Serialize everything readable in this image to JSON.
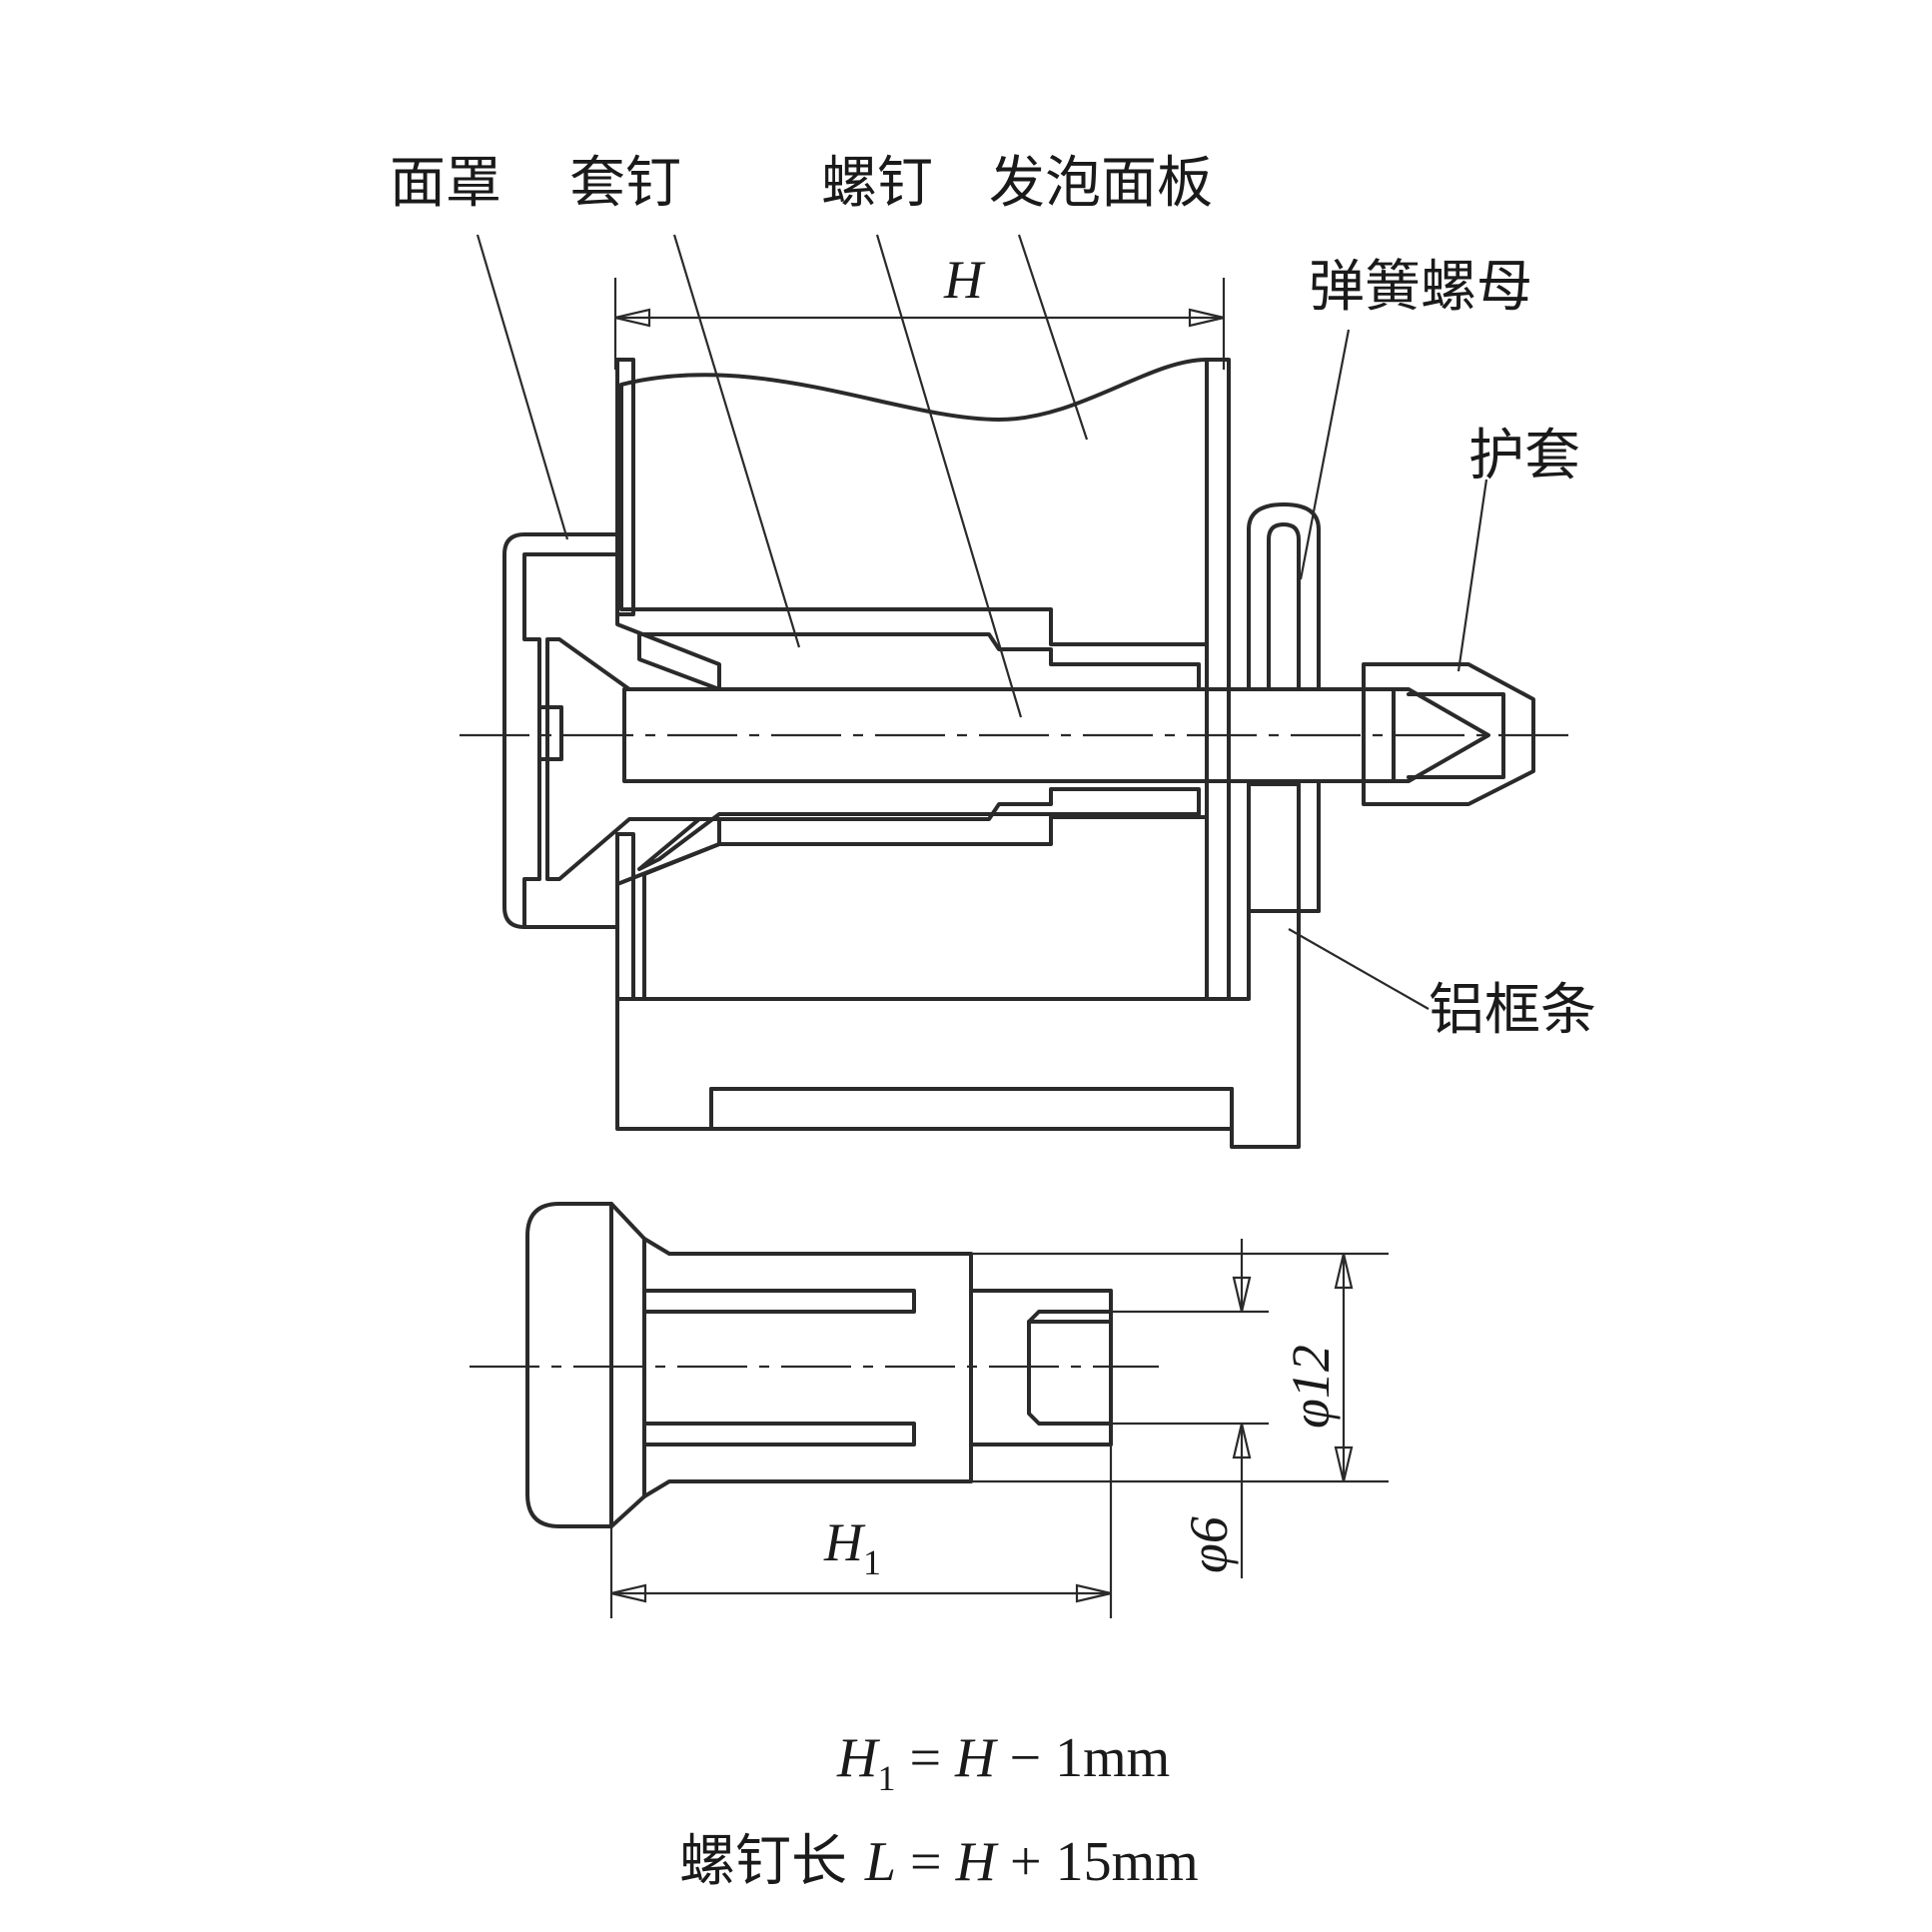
{
  "labels": {
    "face_cover": "面罩",
    "sleeve_nail": "套钉",
    "screw": "螺钉",
    "foam_panel": "发泡面板",
    "spring_nut": "弹簧螺母",
    "sheath": "护套",
    "aluminum_frame": "铝框条"
  },
  "dimensions": {
    "H": "H",
    "H1_letter": "H",
    "H1_sub": "1",
    "phi12": "φ12",
    "phi6": "φ6"
  },
  "formulas": {
    "f1_a": "H",
    "f1_sub": "1",
    "f1_b": " = ",
    "f1_c": "H",
    "f1_d": " − 1mm",
    "f2_prefix": "螺钉长 ",
    "f2_L": "L",
    "f2_b": " = ",
    "f2_H": "H",
    "f2_d": " + 15mm"
  },
  "colors": {
    "line": "#2a2a2a",
    "background": "#ffffff"
  }
}
